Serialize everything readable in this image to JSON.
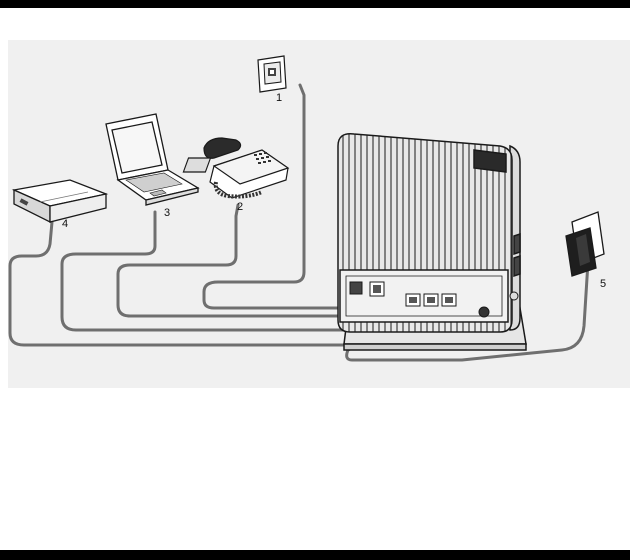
{
  "callouts": {
    "c1": "1",
    "c2": "2",
    "c3": "3",
    "c4": "4",
    "c5": "5"
  },
  "colors": {
    "page_background": "#ffffff",
    "figure_background": "#f0f0f0",
    "bars": "#000000",
    "cable": "#6f6f6f",
    "outline": "#1a1a1a"
  }
}
